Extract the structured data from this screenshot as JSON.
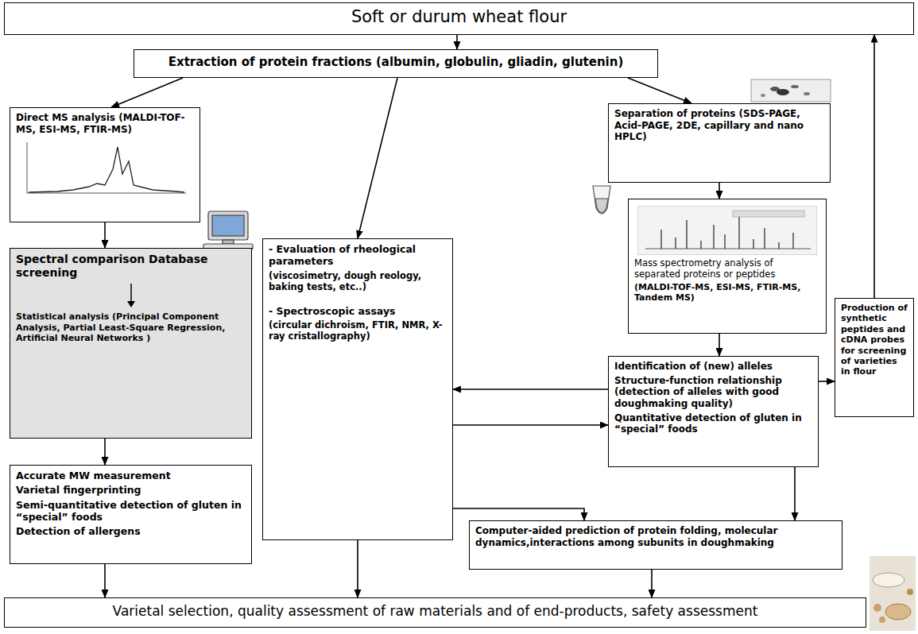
{
  "diagram": {
    "nodes": [
      {
        "text": [
          "Soft or durum wheat flour"
        ]
      },
      {
        "text": [
          "Extraction of protein fractions (albumin, globulin, gliadin, glutenin)"
        ]
      },
      {
        "text": [
          "Direct MS analysis (MALDI-TOF-MS, ESI-MS, FTIR-MS)"
        ]
      },
      {
        "text": [
          "Separation of proteins (SDS-PAGE, Acid-PAGE, 2DE, capillary and nano HPLC)"
        ]
      },
      {
        "text": [
          "Spectral comparison Database screening",
          "Statistical analysis (Principal Component Analysis, Partial Least-Square Regression, Artificial Neural Networks )"
        ]
      },
      {
        "text": [
          "- Evaluation of rheological parameters",
          "(viscosimetry, dough reology, baking tests, etc..)",
          "- Spectroscopic assays",
          "(circular dichroism, FTIR, NMR, X-ray cristallography)"
        ]
      },
      {
        "text": [
          "Mass spectrometry analysis of separated proteins or peptides",
          "(MALDI-TOF-MS, ESI-MS, FTIR-MS, Tandem MS)"
        ]
      },
      {
        "text": [
          "Identification of (new) alleles",
          "Structure-function relationship (detection of alleles with good doughmaking quality)",
          "Quantitative detection of gluten in “special” foods"
        ]
      },
      {
        "text": [
          "Production of synthetic peptides and cDNA probes for screening of varieties in flour"
        ]
      },
      {
        "text": [
          "Accurate MW measurement",
          "Varietal fingerprinting",
          "Semi-quantitative detection of gluten in “special” foods",
          "Detection of allergens"
        ]
      },
      {
        "text": [
          "Computer-aided prediction of protein folding, molecular dynamics,interactions among subunits in doughmaking"
        ]
      },
      {
        "text": [
          "Varietal selection, quality assessment of raw materials and of end-products, safety assessment"
        ]
      }
    ],
    "edges": [
      {
        "from": 0,
        "to": 1,
        "arrow": "to"
      },
      {
        "from": 1,
        "to": 2,
        "arrow": "to"
      },
      {
        "from": 1,
        "to": 5,
        "arrow": "to"
      },
      {
        "from": 1,
        "to": 3,
        "arrow": "to"
      },
      {
        "from": 2,
        "to": 4,
        "arrow": "to"
      },
      {
        "from": 3,
        "to": 6,
        "arrow": "to"
      },
      {
        "from": 4,
        "to": 9,
        "arrow": "to"
      },
      {
        "from": 6,
        "to": 7,
        "arrow": "to"
      },
      {
        "from": 7,
        "to": 5,
        "arrow": "to"
      },
      {
        "from": 5,
        "to": 7,
        "arrow": "to"
      },
      {
        "from": 7,
        "to": 8,
        "arrow": "to"
      },
      {
        "from": 8,
        "to": 0,
        "arrow": "to"
      },
      {
        "from": 5,
        "to": 10,
        "arrow": "to"
      },
      {
        "from": 7,
        "to": 10,
        "arrow": "to"
      },
      {
        "from": 9,
        "to": 11,
        "arrow": "to"
      },
      {
        "from": 5,
        "to": 11,
        "arrow": "to"
      },
      {
        "from": 10,
        "to": 11,
        "arrow": "to"
      }
    ]
  }
}
